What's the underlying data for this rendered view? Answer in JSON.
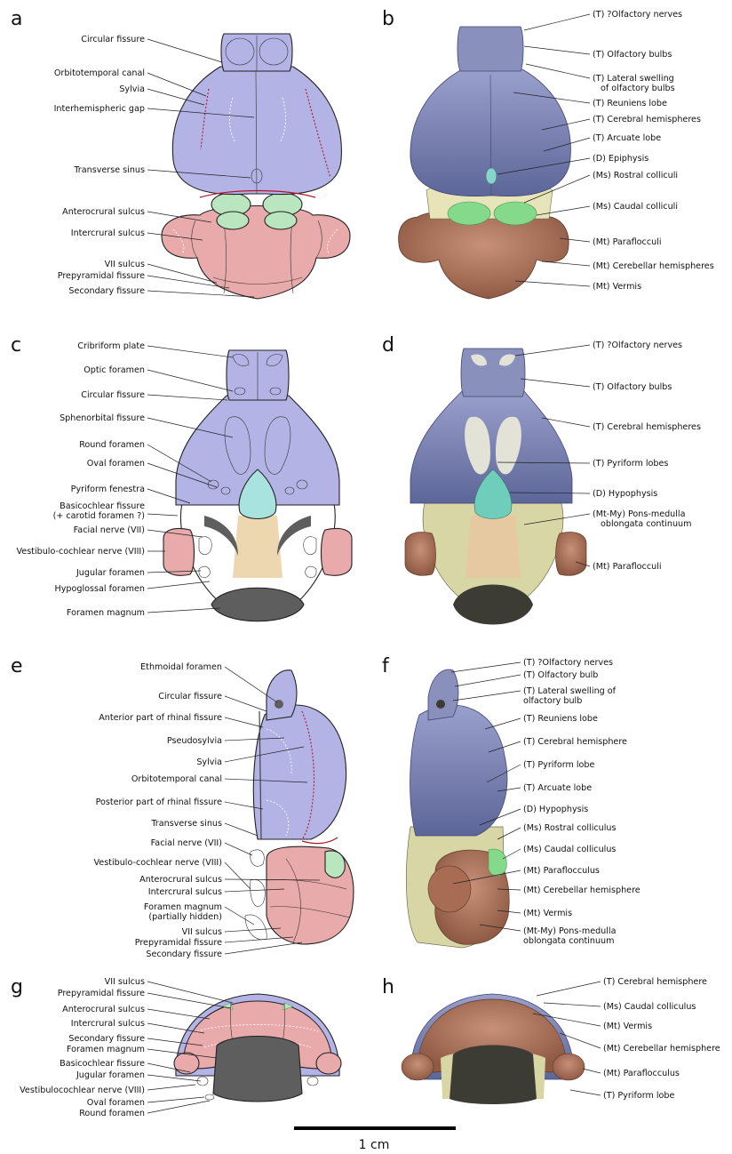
{
  "colors": {
    "telencephalon": "#b3b3e6",
    "mesencephalon": "#b9e6be",
    "metencephalon": "#e8aaaa",
    "diencephalon": "#a9e3e0",
    "bone": "#e9e9e9",
    "dark": "#5e5e5e",
    "pons": "#ecd7b0",
    "render_blue": "#7a82b3",
    "render_green": "#84d98a",
    "render_brown": "#b47c64",
    "render_beige": "#d9d6a6",
    "render_dark": "#3c3c34"
  },
  "panels": {
    "a": {
      "letter": "a",
      "labels": [
        "Circular fissure",
        "Orbitotemporal canal",
        "Sylvia",
        "Interhemispheric gap",
        "Transverse sinus",
        "Anterocrural sulcus",
        "Intercrural sulcus",
        "VII sulcus",
        "Prepyramidal fissure",
        "Secondary fissure"
      ]
    },
    "b": {
      "letter": "b",
      "labels": [
        "(T) ?Olfactory nerves",
        "(T) Olfactory bulbs",
        "(T) Lateral swelling",
        "of olfactory bulbs",
        "(T) Reuniens lobe",
        "(T) Cerebral hemispheres",
        "(T) Arcuate lobe",
        "(D) Epiphysis",
        "(Ms) Rostral colliculi",
        "(Ms) Caudal colliculi",
        "(Mt) Paraflocculi",
        "(Mt) Cerebellar hemispheres",
        "(Mt) Vermis"
      ]
    },
    "c": {
      "letter": "c",
      "labels": [
        "Cribriform plate",
        "Optic foramen",
        "Circular fissure",
        "Sphenorbital fissure",
        "Round foramen",
        "Oval foramen",
        "Pyriform fenestra",
        "Basicochlear fissure",
        "(+ carotid foramen ?)",
        "Facial nerve (VII)",
        "Vestibulo-cochlear nerve (VIII)",
        "Jugular foramen",
        "Hypoglossal foramen",
        "Foramen magnum"
      ]
    },
    "d": {
      "letter": "d",
      "labels": [
        "(T) ?Olfactory nerves",
        "(T) Olfactory bulbs",
        "(T) Cerebral hemispheres",
        "(T) Pyriform lobes",
        "(D) Hypophysis",
        "(Mt-My) Pons-medulla",
        "oblongata continuum",
        "(Mt) Paraflocculi"
      ]
    },
    "e": {
      "letter": "e",
      "labels": [
        "Ethmoidal foramen",
        "Circular fissure",
        "Anterior part of rhinal fissure",
        "Pseudosylvia",
        "Sylvia",
        "Orbitotemporal canal",
        "Posterior part of rhinal fissure",
        "Transverse sinus",
        "Facial nerve (VII)",
        "Vestibulo-cochlear nerve (VIII)",
        "Anterocrural sulcus",
        "Intercrural sulcus",
        "Foramen magnum",
        "(partially hidden)",
        "VII sulcus",
        "Prepyramidal fissure",
        "Secondary fissure"
      ]
    },
    "f": {
      "letter": "f",
      "labels": [
        "(T) ?Olfactory nerves",
        "(T) Olfactory bulb",
        "(T) Lateral swelling of",
        "olfactory bulb",
        "(T) Reuniens lobe",
        "(T) Cerebral hemisphere",
        "(T) Pyriform lobe",
        "(T) Arcuate lobe",
        "(D) Hypophysis",
        "(Ms) Rostral colliculus",
        "(Ms) Caudal colliculus",
        "(Mt) Paraflocculus",
        "(Mt) Cerebellar hemisphere",
        "(Mt) Vermis",
        "(Mt-My) Pons-medulla",
        "oblongata continuum"
      ]
    },
    "g": {
      "letter": "g",
      "labels": [
        "VII sulcus",
        "Prepyramidal fissure",
        "Anterocrural sulcus",
        "Intercrural sulcus",
        "Secondary fissure",
        "Foramen magnum",
        "Basicochlear fissure",
        "Jugular foramen",
        "Vestibulocochlear nerve (VIII)",
        "Oval foramen",
        "Round foramen"
      ]
    },
    "h": {
      "letter": "h",
      "labels": [
        "(T) Cerebral hemisphere",
        "(Ms) Caudal colliculus",
        "(Mt) Vermis",
        "(Mt) Cerebellar hemisphere",
        "(Mt) Paraflocculus",
        "(T) Pyriform lobe"
      ]
    }
  },
  "scale_bar": {
    "label": "1 cm"
  }
}
